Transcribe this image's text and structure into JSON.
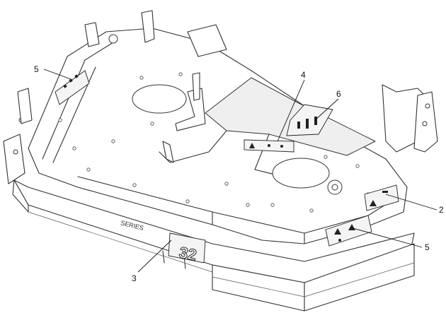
{
  "callouts": [
    {
      "id": "c1",
      "label": "5"
    },
    {
      "id": "c2",
      "label": "4"
    },
    {
      "id": "c3",
      "label": "6"
    },
    {
      "id": "c4",
      "label": "2"
    },
    {
      "id": "c5",
      "label": "5"
    },
    {
      "id": "c6",
      "label": "3"
    }
  ],
  "deck_branding": {
    "series_text": "SERIES",
    "model_number": "32"
  }
}
